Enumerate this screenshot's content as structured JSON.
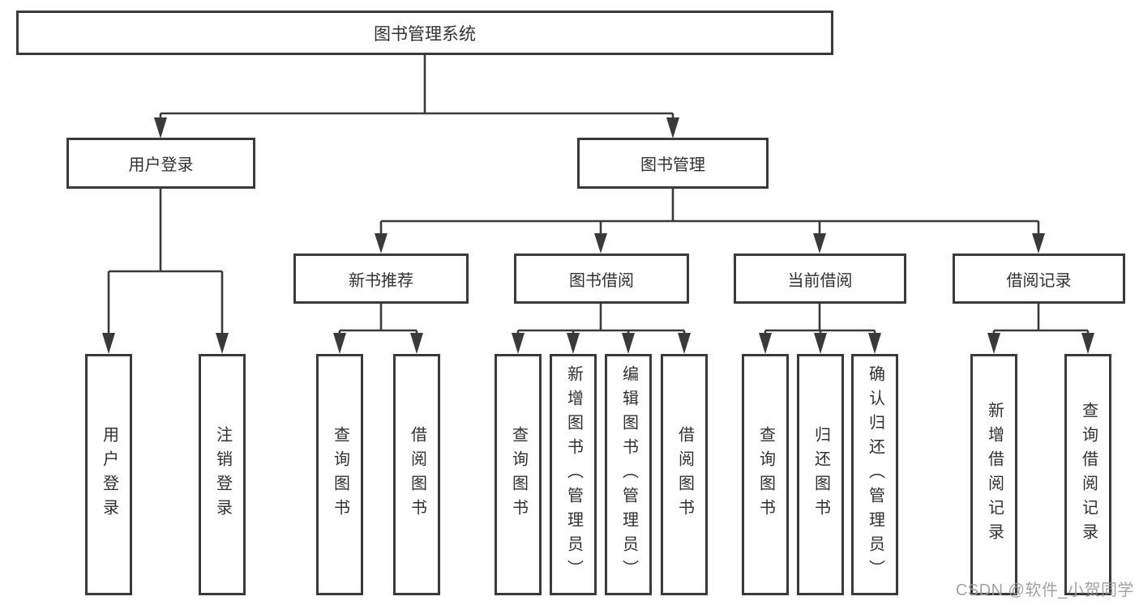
{
  "diagram": {
    "root": {
      "label": "图书管理系统"
    },
    "user_login": {
      "label": "用户登录",
      "children": [
        {
          "label": "用户登录"
        },
        {
          "label": "注销登录"
        }
      ]
    },
    "book_management": {
      "label": "图书管理",
      "groups": [
        {
          "label": "新书推荐",
          "children": [
            {
              "label": "查询图书"
            },
            {
              "label": "借阅图书"
            }
          ]
        },
        {
          "label": "图书借阅",
          "children": [
            {
              "label": "查询图书"
            },
            {
              "label": "新增图书（管理员）"
            },
            {
              "label": "编辑图书（管理员）"
            },
            {
              "label": "借阅图书"
            }
          ]
        },
        {
          "label": "当前借阅",
          "children": [
            {
              "label": "查询图书"
            },
            {
              "label": "归还图书"
            },
            {
              "label": "确认归还（管理员）"
            }
          ]
        },
        {
          "label": "借阅记录",
          "children": [
            {
              "label": "新增借阅记录"
            },
            {
              "label": "查询借阅记录"
            }
          ]
        }
      ]
    }
  },
  "watermark": {
    "text": "CSDN @软件_小贺同学"
  },
  "colors": {
    "line": "#3a3a3a",
    "box_border": "#3a3a3a",
    "box_fill": "#ffffff",
    "text": "#303030",
    "watermark": "#9a9a9a",
    "background": "#ffffff"
  }
}
